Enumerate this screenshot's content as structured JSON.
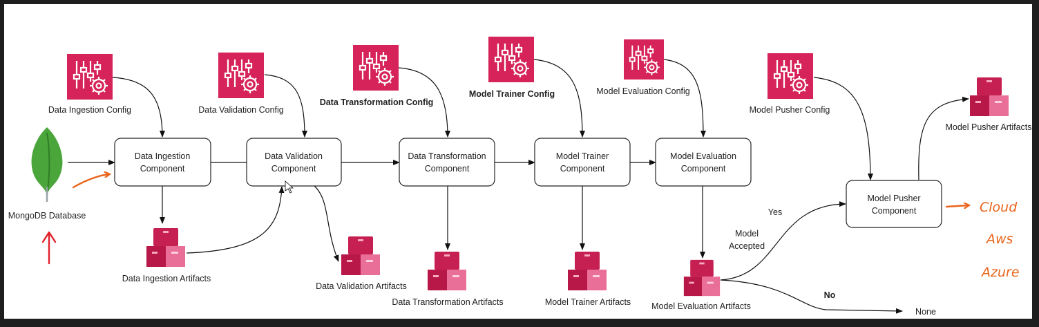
{
  "configs": {
    "ingestion": "Data Ingestion Config",
    "validation": "Data Validation Config",
    "transformation": "Data Transformation Config",
    "trainer": "Model Trainer Config",
    "evaluation": "Model Evaluation Config",
    "pusher": "Model Pusher Config"
  },
  "components": {
    "ingestion": [
      "Data Ingestion",
      "Component"
    ],
    "validation": [
      "Data Validation",
      "Component"
    ],
    "transformation": [
      "Data Transformation",
      "Component"
    ],
    "trainer": [
      "Model Trainer",
      "Component"
    ],
    "evaluation": [
      "Model Evaluation",
      "Component"
    ],
    "pusher": [
      "Model Pusher",
      "Component"
    ]
  },
  "artifacts": {
    "ingestion": "Data Ingestion Artifacts",
    "validation": "Data Validation Artifacts",
    "transformation": "Data Transformation Artifacts",
    "trainer": "Model Trainer Artifacts",
    "evaluation": "Model Evaluation Artifacts",
    "pusher": "Model Pusher Artifacts"
  },
  "source": {
    "label": "MongoDB Database"
  },
  "decision": {
    "label": [
      "Model",
      "Accepted"
    ],
    "yes": "Yes",
    "no": "No",
    "none": "None"
  },
  "annotations": [
    "Cloud",
    "Aws",
    "Azure"
  ],
  "colors": {
    "config_icon": "#d6245a",
    "artifact_icon": "#d6245a",
    "leaf": "#4aa63a",
    "annotation": "#e8641a",
    "arrow_red": "#e0202a"
  }
}
